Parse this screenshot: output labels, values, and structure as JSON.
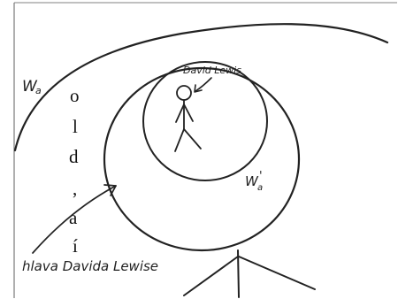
{
  "left_text_fragments": [
    "o",
    "l",
    "d",
    ",",
    "a",
    "í"
  ],
  "diagram": {
    "labels": {
      "outer_world": "W",
      "outer_world_sub": "a",
      "david_lewis": "David Lewis",
      "inner_world": "W",
      "inner_world_sub": "a",
      "inner_world_prime": "'",
      "head_caption": "hlava Davida Lewise"
    }
  }
}
